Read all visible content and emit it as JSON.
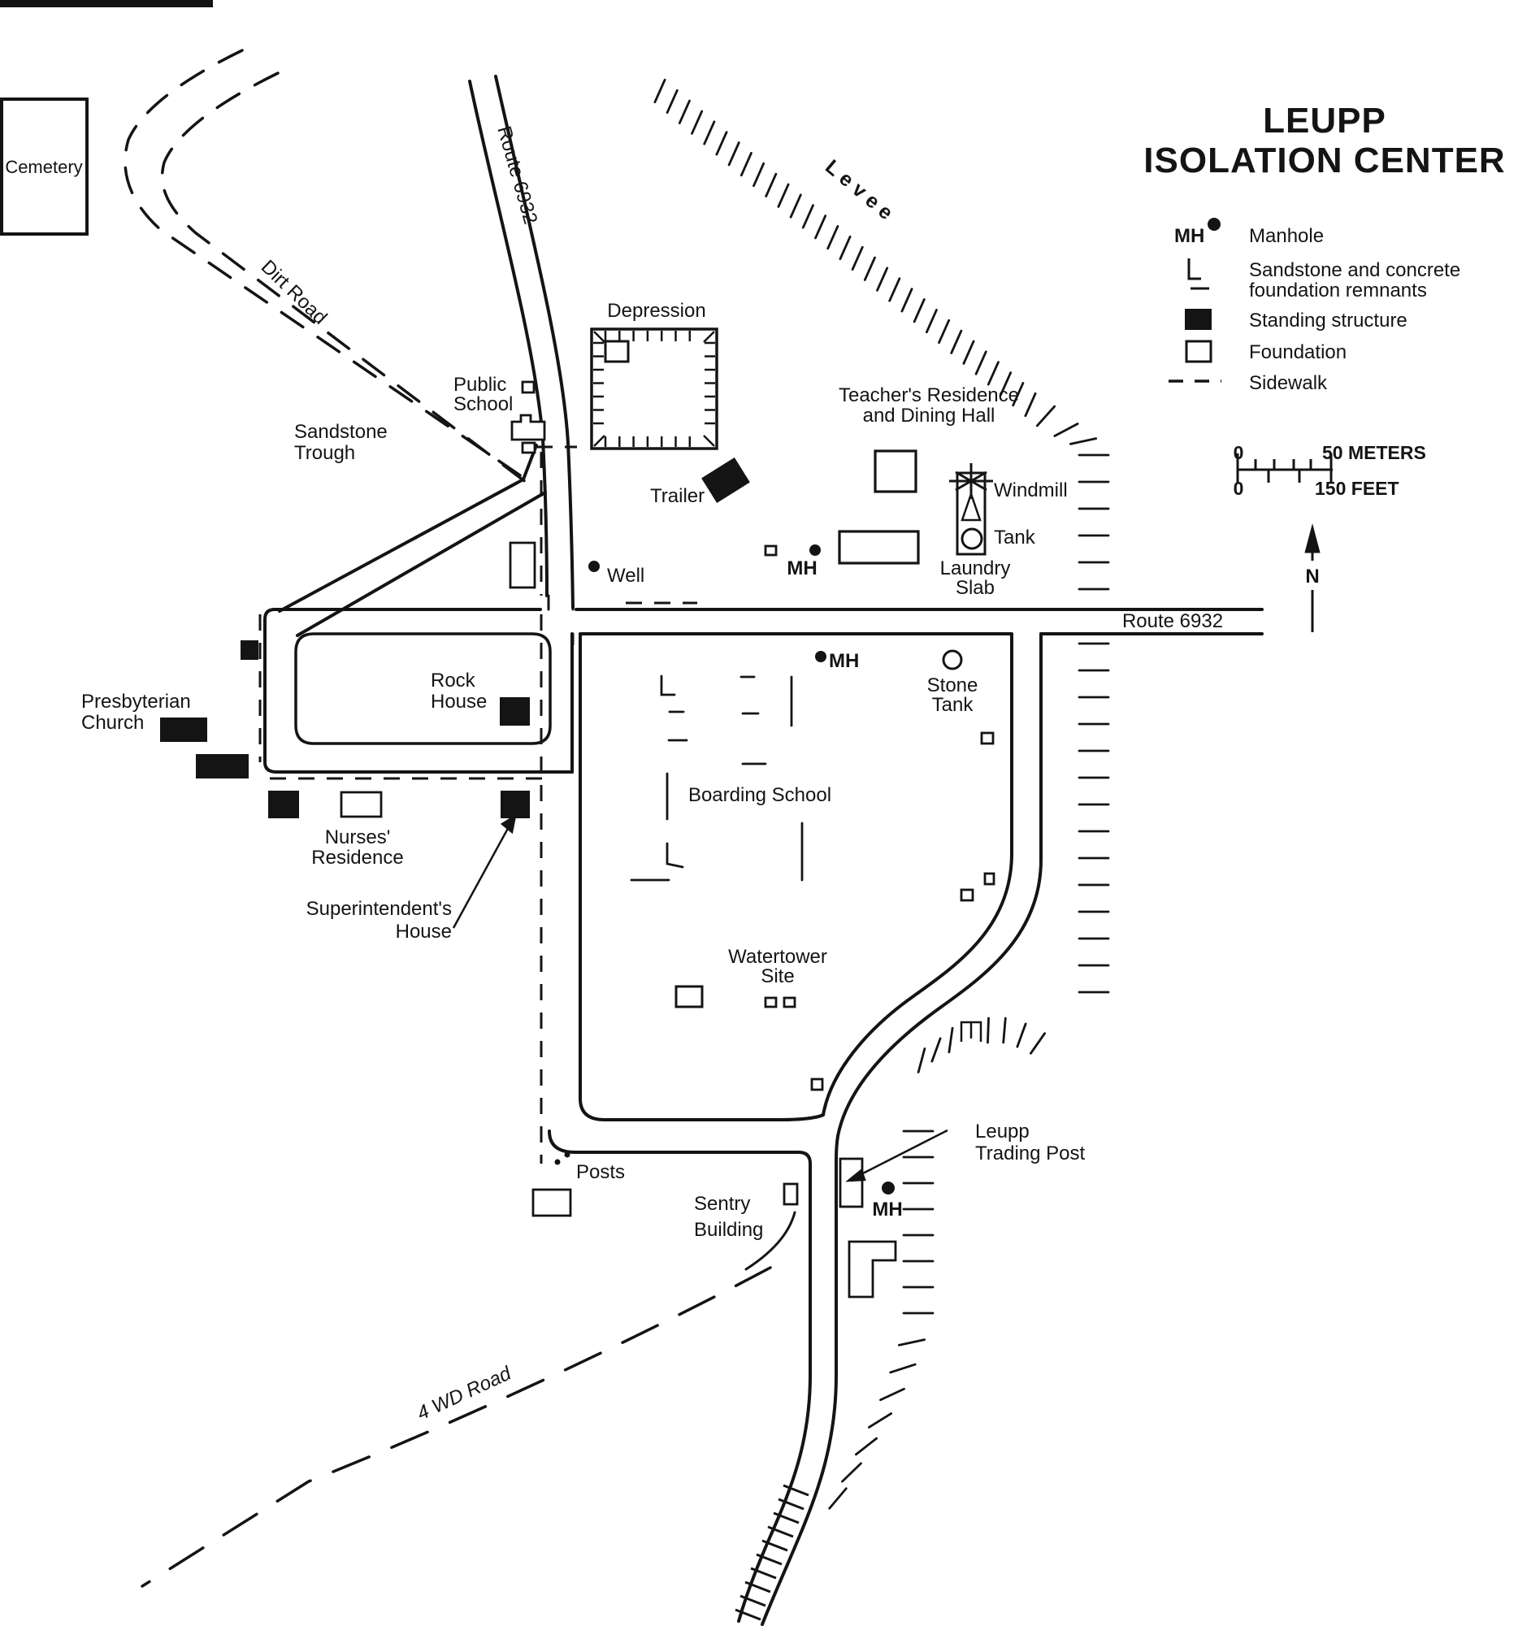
{
  "title": {
    "line1": "LEUPP",
    "line2": "ISOLATION CENTER"
  },
  "legend": {
    "manhole_symbol": "MH",
    "manhole": "Manhole",
    "remnants_line1": "Sandstone and concrete",
    "remnants_line2": "foundation remnants",
    "standing_structure": "Standing structure",
    "foundation": "Foundation",
    "sidewalk": "Sidewalk"
  },
  "scale_bar": {
    "meters_zero": "0",
    "meters_label": "50 METERS",
    "feet_zero": "0",
    "feet_label": "150 FEET"
  },
  "north_label": "N",
  "map_labels": {
    "cemetery": "Cemetery",
    "dirt_road": "Dirt Road",
    "route_6932_north": "Route 6932",
    "route_6932_east": "Route 6932",
    "depression": "Depression",
    "public_school_line1": "Public",
    "public_school_line2": "School",
    "sandstone_trough_line1": "Sandstone",
    "sandstone_trough_line2": "Trough",
    "trailer": "Trailer",
    "teachers_residence_line1": "Teacher's Residence",
    "teachers_residence_line2": "and Dining Hall",
    "windmill": "Windmill",
    "tank": "Tank",
    "laundry_slab_line1": "Laundry",
    "laundry_slab_line2": "Slab",
    "well": "Well",
    "mh": "MH",
    "stone_tank_line1": "Stone",
    "stone_tank_line2": "Tank",
    "rock_house_line1": "Rock",
    "rock_house_line2": "House",
    "presbyterian_church_line1": "Presbyterian",
    "presbyterian_church_line2": "Church",
    "nurses_residence_line1": "Nurses'",
    "nurses_residence_line2": "Residence",
    "superintendents_house_line1": "Superintendent's",
    "superintendents_house_line2": "House",
    "boarding_school": "Boarding School",
    "watertower_site_line1": "Watertower",
    "watertower_site_line2": "Site",
    "levee": "Levee",
    "posts": "Posts",
    "sentry_building_line1": "Sentry",
    "sentry_building_line2": "Building",
    "leupp_trading_post_line1": "Leupp",
    "leupp_trading_post_line2": "Trading Post",
    "wd_road": "4 WD Road"
  },
  "colors": {
    "ink": "#141414",
    "paper": "#ffffff"
  }
}
